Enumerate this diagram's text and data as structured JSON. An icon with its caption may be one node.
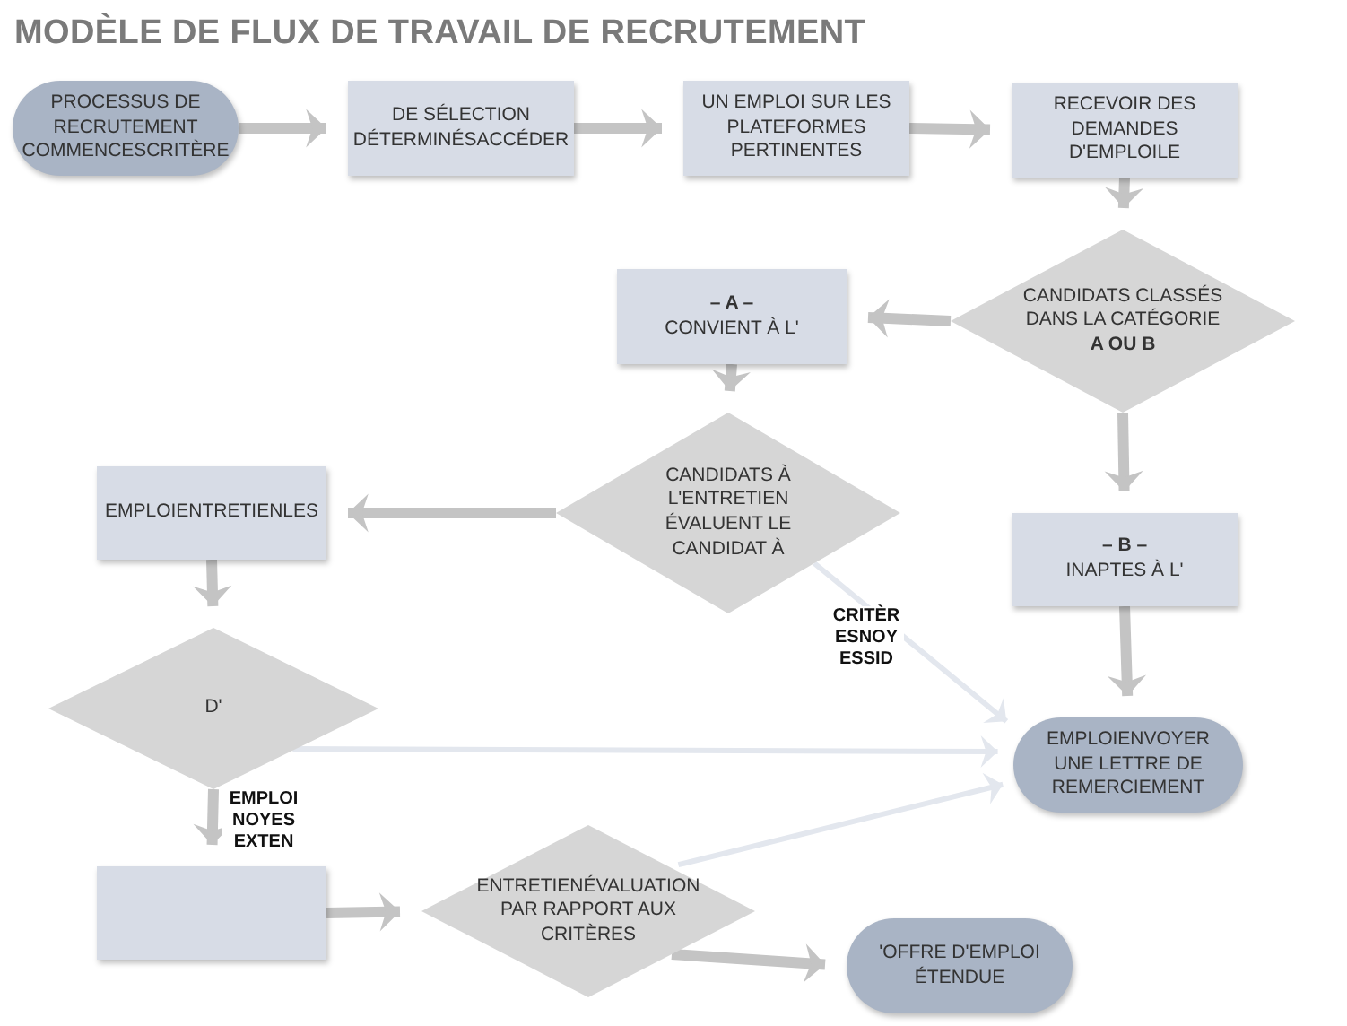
{
  "diagram": {
    "title": "MODÈLE DE FLUX DE TRAVAIL DE RECRUTEMENT",
    "nodes": [
      {
        "text": [
          "PROCESSUS DE RECRUTEMENT COMMENCESCRITÈRE"
        ]
      },
      {
        "text": [
          "DE SÉLECTION DÉTERMINÉSACCÉDER"
        ]
      },
      {
        "text": [
          "UN EMPLOI SUR LES PLATEFORMES PERTINENTES"
        ]
      },
      {
        "text": [
          "RECEVOIR DES DEMANDES D'EMPLOILE"
        ]
      },
      {
        "text": [
          "CANDIDATS CLASSÉS DANS LA CATÉGORIE **A OU B**"
        ]
      },
      {
        "text": [
          "– A –",
          "CONVIENT À L'"
        ]
      },
      {
        "text": [
          "CANDIDATS À L'ENTRETIEN ÉVALUENT LE CANDIDAT À"
        ]
      },
      {
        "text": [
          "EMPLOIENTRETIENLES"
        ]
      },
      {
        "text": [
          "D'"
        ]
      },
      {
        "text": [
          "– B –",
          "INAPTES À L'"
        ]
      },
      {
        "text": [
          "EMPLOIENVOYER UNE LETTRE DE REMERCIEMENT"
        ]
      },
      {
        "text": [],
        "shape": "box"
      },
      {
        "text": [
          "ENTRETIENÉVALUATION PAR RAPPORT AUX CRITÈRES"
        ]
      },
      {
        "text": [
          "'OFFRE D'EMPLOI ÉTENDUE"
        ]
      }
    ],
    "edges": [
      {
        "from": 0,
        "to": 1,
        "arrow": "to"
      },
      {
        "from": 1,
        "to": 2,
        "arrow": "to"
      },
      {
        "from": 2,
        "to": 3,
        "arrow": "to"
      },
      {
        "from": 3,
        "to": 4,
        "arrow": "to"
      },
      {
        "from": 4,
        "to": 5,
        "arrow": "to"
      },
      {
        "from": 4,
        "to": 9,
        "arrow": "to"
      },
      {
        "from": 5,
        "to": 6,
        "arrow": "to"
      },
      {
        "from": 6,
        "to": 7,
        "arrow": "to"
      },
      {
        "from": 6,
        "to": 10,
        "arrow": "to",
        "label": "CRITÈR ESNOY ESSID",
        "color": "#e3e7ee"
      },
      {
        "from": 7,
        "to": 8,
        "arrow": "to"
      },
      {
        "from": 8,
        "to": 10,
        "arrow": "to",
        "color": "#e3e7ee"
      },
      {
        "from": 8,
        "to": 11,
        "arrow": "to",
        "label": "EMPLOI NOYES EXTEN"
      },
      {
        "from": 11,
        "to": 12,
        "arrow": "to"
      },
      {
        "from": 12,
        "to": 10,
        "arrow": "to",
        "color": "#e3e7ee"
      },
      {
        "from": 12,
        "to": 13,
        "arrow": "to"
      },
      {
        "from": 9,
        "to": 10,
        "arrow": "to"
      }
    ]
  }
}
